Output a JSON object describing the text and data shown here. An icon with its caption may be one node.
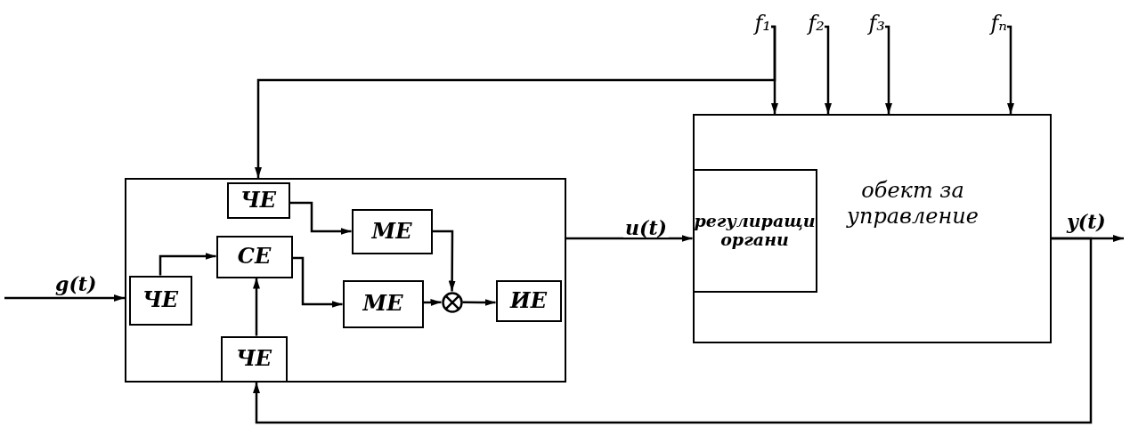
{
  "diagram": {
    "nodes": [
      {
        "text": [
          "f₁"
        ]
      },
      {
        "text": [
          "f₂"
        ]
      },
      {
        "text": [
          "f₃"
        ]
      },
      {
        "text": [
          "fₙ"
        ]
      },
      {
        "text": [],
        "shape": "box"
      },
      {
        "text": [
          "ЧЕ"
        ],
        "in": 4
      },
      {
        "text": [
          "МЕ"
        ],
        "in": 4
      },
      {
        "text": [
          "СЕ"
        ],
        "in": 4
      },
      {
        "text": [
          "ЧЕ"
        ],
        "in": 4
      },
      {
        "text": [
          "МЕ"
        ],
        "in": 4
      },
      {
        "text": [],
        "shape": "circle",
        "in": 4
      },
      {
        "text": [
          "ИЕ"
        ],
        "in": 4
      },
      {
        "text": [
          "ЧЕ"
        ],
        "in": 4
      },
      {
        "text": [
          "обект за управление"
        ]
      },
      {
        "text": [
          "регулиращи органи"
        ],
        "in": 13
      }
    ],
    "edges": [
      {
        "from": null,
        "to": 4,
        "arrow": "to",
        "label": "g(t)"
      },
      {
        "from": 8,
        "to": 7,
        "arrow": "to"
      },
      {
        "from": 12,
        "to": 7,
        "arrow": "to"
      },
      {
        "from": 5,
        "to": 6,
        "arrow": "to"
      },
      {
        "from": 7,
        "to": 9,
        "arrow": "to"
      },
      {
        "from": 6,
        "to": 10,
        "arrow": "to"
      },
      {
        "from": 9,
        "to": 10,
        "arrow": "to"
      },
      {
        "from": 10,
        "to": 11,
        "arrow": "to"
      },
      {
        "from": 4,
        "to": 14,
        "arrow": "to",
        "label": "u(t)"
      },
      {
        "from": 13,
        "to": null,
        "arrow": "to",
        "label": "y(t)"
      },
      {
        "from": 13,
        "to": 4,
        "arrow": "to"
      },
      {
        "from": 0,
        "to": 13,
        "arrow": "to"
      },
      {
        "from": 0,
        "to": 4,
        "arrow": "to"
      },
      {
        "from": 1,
        "to": 13,
        "arrow": "to"
      },
      {
        "from": 2,
        "to": 13,
        "arrow": "to"
      },
      {
        "from": 3,
        "to": 13,
        "arrow": "to"
      }
    ]
  }
}
